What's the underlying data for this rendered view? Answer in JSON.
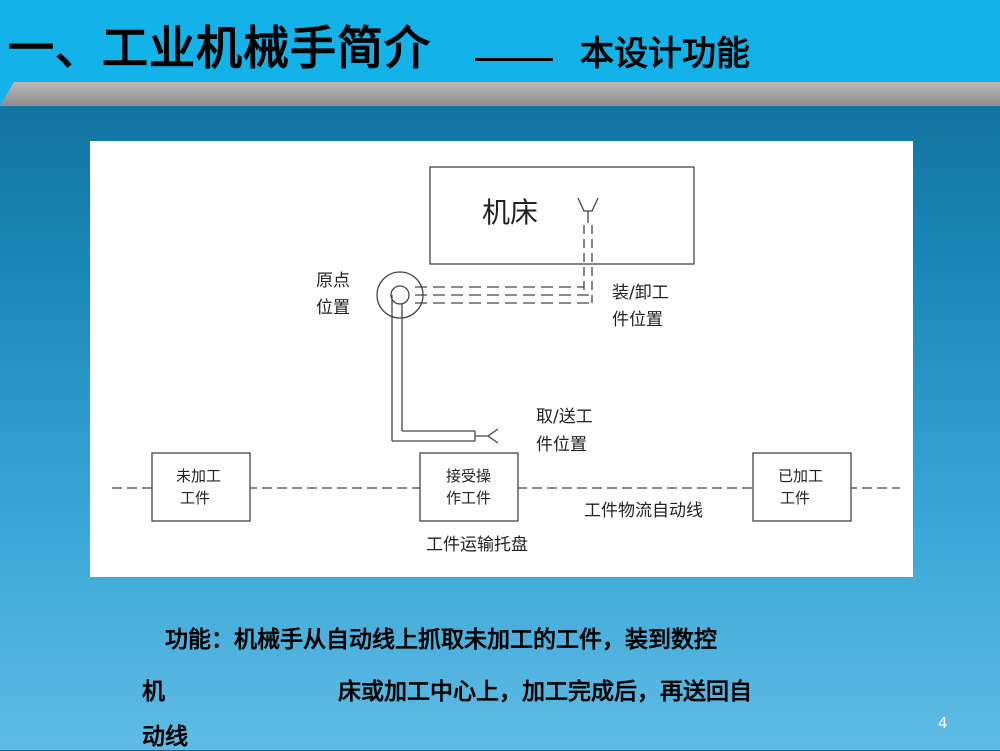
{
  "header": {
    "title": "一、工业机械手简介",
    "subtitle": "本设计功能"
  },
  "diagram": {
    "machine_label": "机床",
    "origin_line1": "原点",
    "origin_line2": "位置",
    "load_line1": "装/卸工",
    "load_line2": "件位置",
    "pick_line1": "取/送工",
    "pick_line2": "件位置",
    "raw_line1": "未加工",
    "raw_line2": "工件",
    "op_line1": "接受操",
    "op_line2": "作工件",
    "done_line1": "已加工",
    "done_line2": "工件",
    "line_label": "工件物流自动线",
    "pallet_label": "工件运输托盘"
  },
  "body": {
    "line1": "功能：机械手从自动线上抓取未加工的工件，装到数控",
    "line2a": "机",
    "line2b": "床或加工中心上，加工完成后，再送回自",
    "line3": "动线"
  },
  "page_number": "4"
}
